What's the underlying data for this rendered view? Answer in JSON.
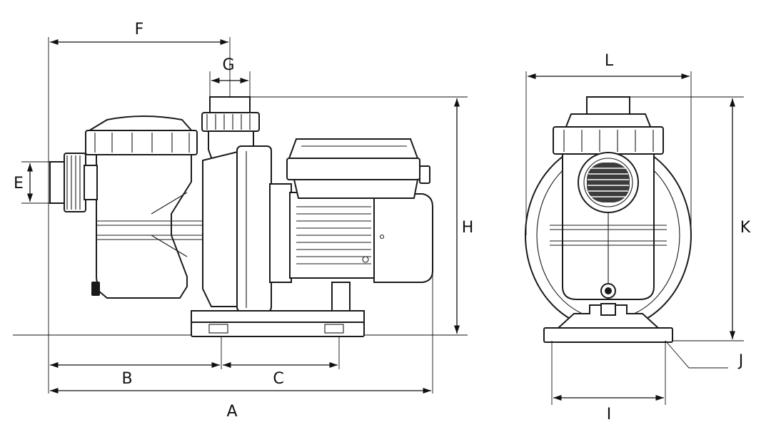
{
  "dimension_labels": {
    "A": "A",
    "B": "B",
    "C": "C",
    "E": "E",
    "F": "F",
    "G": "G",
    "H": "H",
    "I": "I",
    "J": "J",
    "K": "K",
    "L": "L"
  }
}
